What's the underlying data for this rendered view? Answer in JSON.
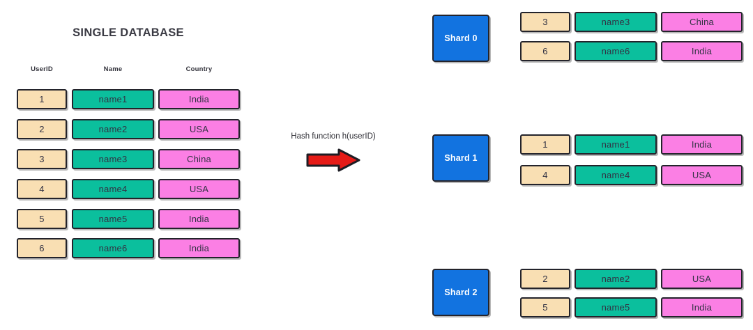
{
  "diagram": {
    "title": "SINGLE DATABASE",
    "hash_label": "Hash function h(userID)",
    "arrow": "right-arrow-icon",
    "colors": {
      "userid_cell": "#f9dfb3",
      "name_cell": "#0bbf9d",
      "country_cell": "#fb7fe4",
      "shard_box": "#1273e0",
      "arrow": "#e51b17",
      "border": "#23232b",
      "background": "#ffffff"
    }
  },
  "single_database": {
    "headers": [
      "UserID",
      "Name",
      "Country"
    ],
    "rows": [
      {
        "userid": "1",
        "name": "name1",
        "country": "India"
      },
      {
        "userid": "2",
        "name": "name2",
        "country": "USA"
      },
      {
        "userid": "3",
        "name": "name3",
        "country": "China"
      },
      {
        "userid": "4",
        "name": "name4",
        "country": "USA"
      },
      {
        "userid": "5",
        "name": "name5",
        "country": "India"
      },
      {
        "userid": "6",
        "name": "name6",
        "country": "India"
      }
    ]
  },
  "shards": [
    {
      "label": "Shard 0",
      "rows": [
        {
          "userid": "3",
          "name": "name3",
          "country": "China"
        },
        {
          "userid": "6",
          "name": "name6",
          "country": "India"
        }
      ]
    },
    {
      "label": "Shard 1",
      "rows": [
        {
          "userid": "1",
          "name": "name1",
          "country": "India"
        },
        {
          "userid": "4",
          "name": "name4",
          "country": "USA"
        }
      ]
    },
    {
      "label": "Shard 2",
      "rows": [
        {
          "userid": "2",
          "name": "name2",
          "country": "USA"
        },
        {
          "userid": "5",
          "name": "name5",
          "country": "India"
        }
      ]
    }
  ]
}
